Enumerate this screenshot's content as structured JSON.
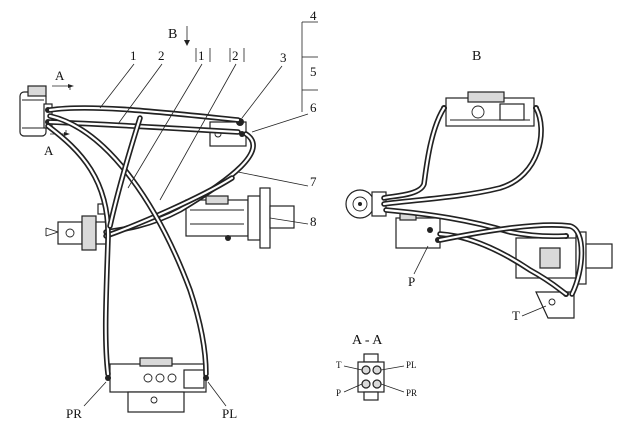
{
  "diagram": {
    "view_label": "B",
    "section_label": "A - A",
    "callouts": [
      "1",
      "2",
      "1",
      "2",
      "3",
      "4",
      "5",
      "6",
      "7",
      "8"
    ],
    "section_marks": [
      "A",
      "A"
    ],
    "port_labels_main": {
      "pr": "PR",
      "pl": "PL"
    },
    "port_labels_view_b": {
      "p": "P",
      "t": "T"
    },
    "section_ports": {
      "t": "T",
      "pl": "PL",
      "p": "P",
      "pr": "PR"
    }
  }
}
